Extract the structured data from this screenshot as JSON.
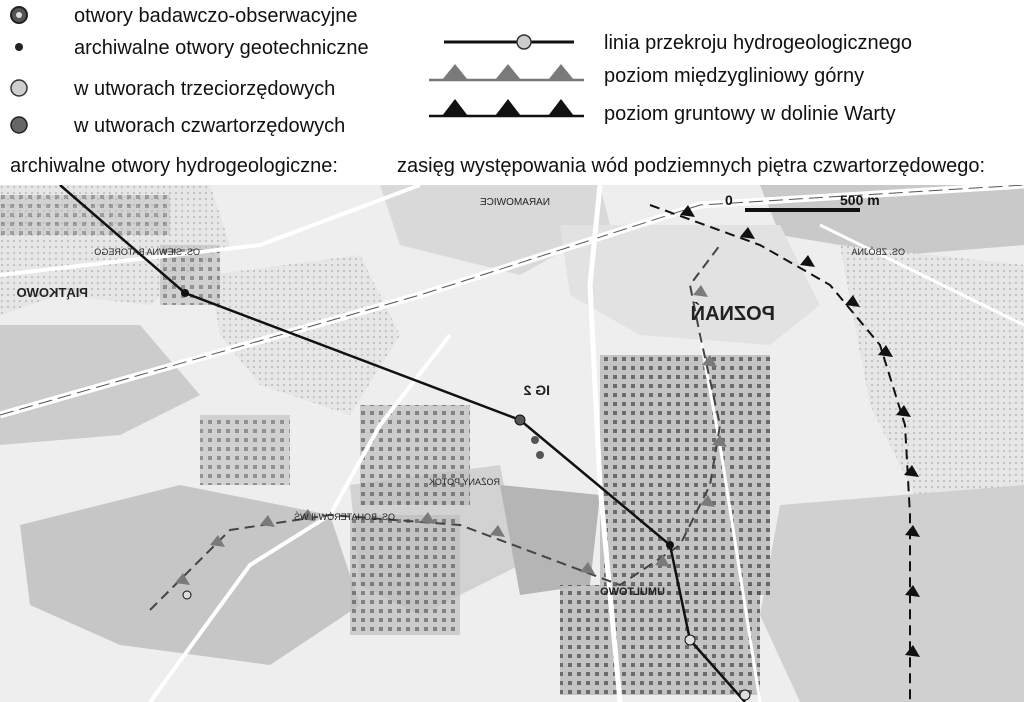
{
  "legend": {
    "items_left": [
      {
        "symbol": "dot-ring-dark",
        "label": "otwory badawczo-obserwacyjne"
      },
      {
        "symbol": "dot-small-dark",
        "label": "archiwalne otwory geotechniczne"
      },
      {
        "symbol": "dot-light",
        "label": "w utworach trzeciorzędowych"
      },
      {
        "symbol": "dot-dark",
        "label": "w utworach czwartorzędowych"
      }
    ],
    "heading_left": "archiwalne otwory hydrogeologiczne:",
    "items_right": [
      {
        "symbol": "section-line",
        "label": "linia przekroju hydrogeologicznego"
      },
      {
        "symbol": "triangles-grey",
        "label": "poziom międzygliniowy górny"
      },
      {
        "symbol": "triangles-black",
        "label": "poziom gruntowy w dolinie Warty"
      }
    ],
    "heading_right": "zasięg występowania wód podziemnych piętra czwartorzędowego:"
  },
  "map": {
    "scale_start": "0",
    "scale_end": "500 m",
    "place_names": [
      "POZNAŃ",
      "PIĄTKOWO",
      "NARAMOWICE",
      "UMULTOWO",
      "OS. BOHATERÓW II WŚ",
      "OS. SIEWNA BATOREGO",
      "ROŻANY POTOK",
      "IG 2",
      "OS. ZBÓJNA"
    ],
    "colors": {
      "paper": "#f4f4f4",
      "built": "#b8b8b8",
      "dark": "#1a1a1a",
      "grey_triangle": "#7a7a7a",
      "forest": "#d8d8d8"
    }
  }
}
